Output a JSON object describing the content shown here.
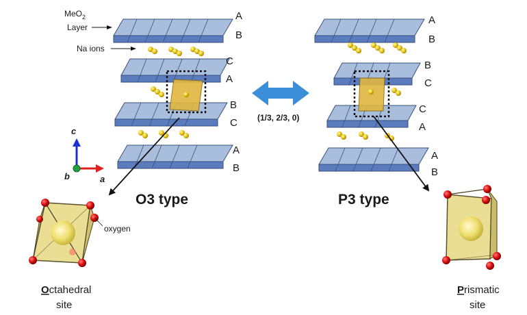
{
  "labels": {
    "meo2_base": "MeO",
    "meo2_sub": "2",
    "layer": "Layer",
    "na_ions": "Na ions",
    "shift_vector": "(1/3, 2/3, 0)",
    "oxygen": "oxygen"
  },
  "axes": {
    "c": "c",
    "b": "b",
    "a": "a"
  },
  "o3": {
    "title": "O3 type",
    "stacking": [
      "A",
      "B",
      "C",
      "A",
      "B",
      "C",
      "A",
      "B"
    ],
    "site_initial": "O",
    "site_rest": "ctahedral",
    "site_line2": "site"
  },
  "p3": {
    "title": "P3 type",
    "stacking": [
      "A",
      "B",
      "B",
      "C",
      "C",
      "A",
      "A",
      "B"
    ],
    "site_initial": "P",
    "site_rest": "rismatic",
    "site_line2": "site"
  },
  "colors": {
    "layer_top": "#9bb3d4",
    "layer_front": "#5a7bbd",
    "layer_edge": "#3b4f7a",
    "na_ion": "#f2d020",
    "site_fill": "#e6d87a",
    "oxygen": "#e01010",
    "arrow": "#3a8fd8",
    "axis_c": "#1c2fd0",
    "axis_a": "#e02020",
    "axis_b": "#20a040"
  }
}
